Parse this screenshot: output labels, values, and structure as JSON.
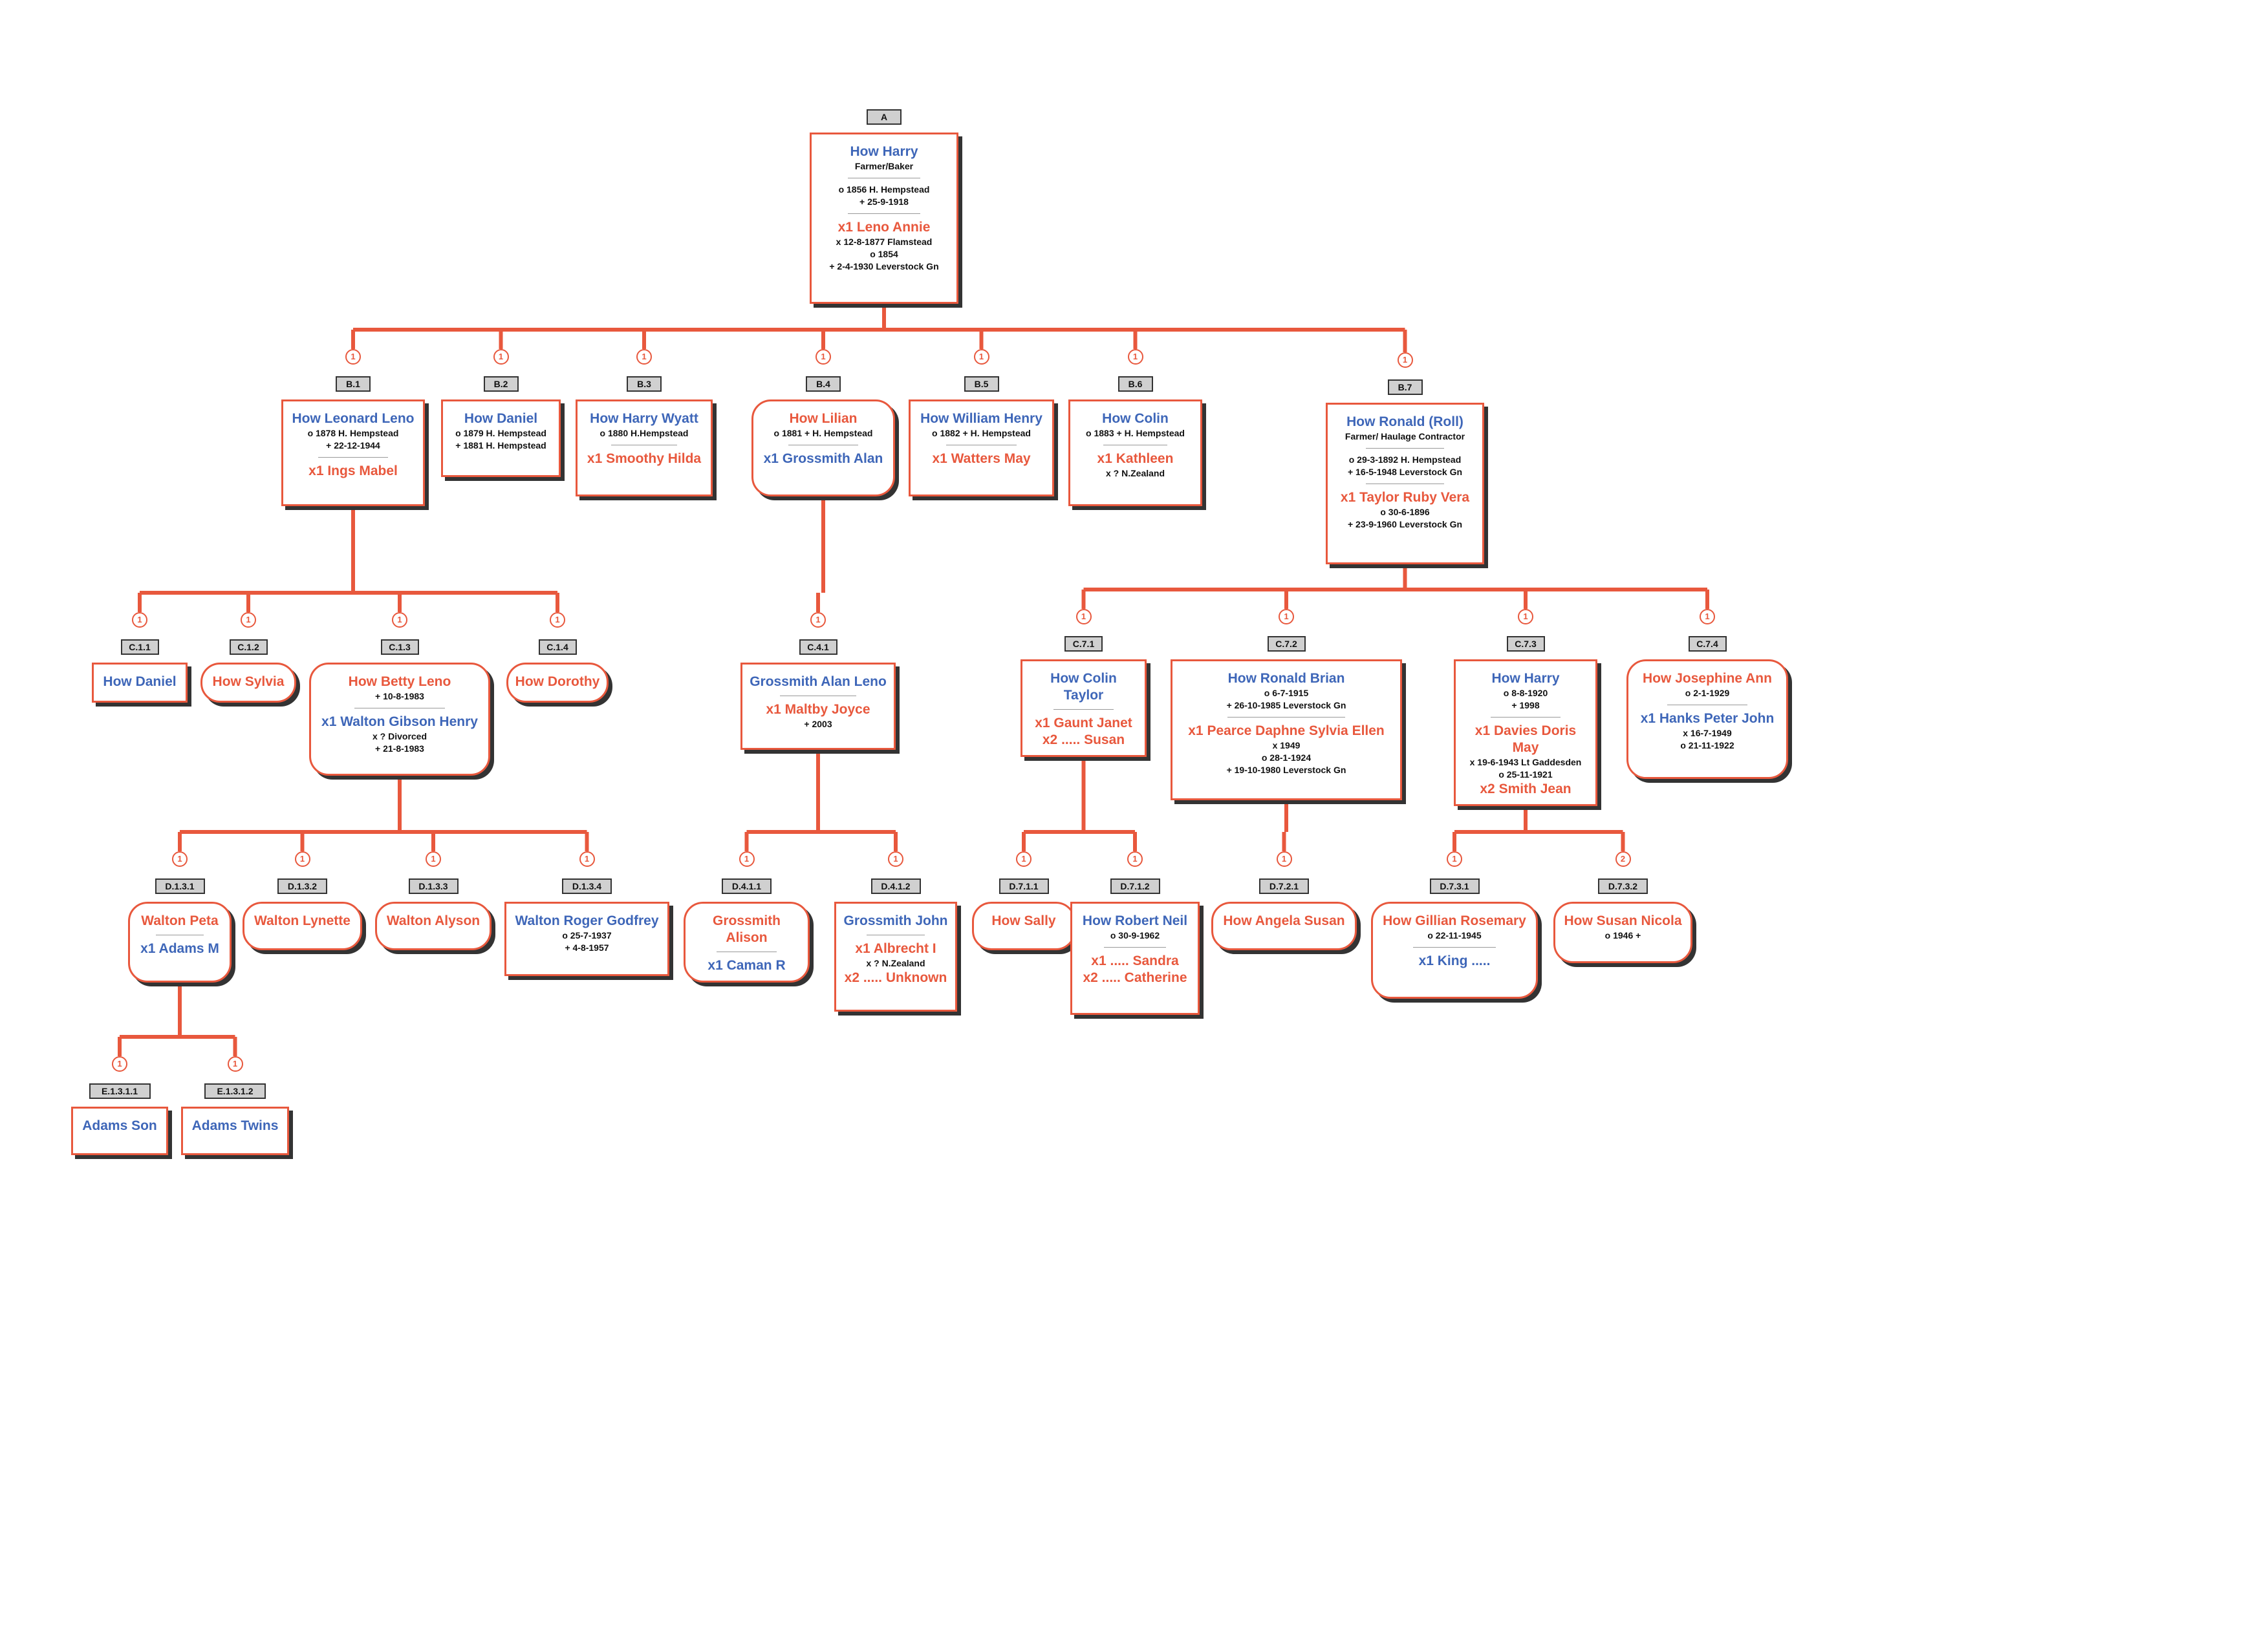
{
  "colors": {
    "line": "#e8583d",
    "male": "#3e66b8",
    "female": "#e8583d"
  },
  "nodes": [
    {
      "id": "A",
      "label": "A",
      "gender": "m",
      "name": "How Harry",
      "lines": [
        "Farmer/Baker",
        "sep",
        "o 1856 H. Hempstead",
        "+ 25-9-1918"
      ],
      "sep": true,
      "spouses": [
        {
          "text": "x1 Leno Annie",
          "g": "f",
          "lines": [
            "x 12-8-1877 Flamstead",
            "o 1854",
            "+ 2-4-1930 Leverstock Gn"
          ]
        }
      ],
      "rel": null
    },
    {
      "id": "B1",
      "label": "B.1",
      "gender": "m",
      "name": "How Leonard Leno",
      "lines": [
        "o 1878 H. Hempstead",
        "+ 22-12-1944"
      ],
      "sep": true,
      "spouses": [
        {
          "text": "x1 Ings Mabel",
          "g": "f",
          "lines": []
        }
      ],
      "rel": "1"
    },
    {
      "id": "B2",
      "label": "B.2",
      "gender": "m",
      "name": "How Daniel",
      "lines": [
        "o 1879 H. Hempstead",
        "+ 1881 H. Hempstead"
      ],
      "sep": false,
      "spouses": [],
      "rel": "1"
    },
    {
      "id": "B3",
      "label": "B.3",
      "gender": "m",
      "name": "How Harry Wyatt",
      "lines": [
        "o 1880 H.Hempstead"
      ],
      "sep": true,
      "spouses": [
        {
          "text": "x1 Smoothy Hilda",
          "g": "f",
          "lines": []
        }
      ],
      "rel": "1"
    },
    {
      "id": "B4",
      "label": "B.4",
      "gender": "f",
      "name": "How Lilian",
      "lines": [
        "o 1881 + H. Hempstead"
      ],
      "sep": true,
      "spouses": [
        {
          "text": "x1 Grossmith Alan",
          "g": "m",
          "lines": []
        }
      ],
      "rel": "1"
    },
    {
      "id": "B5",
      "label": "B.5",
      "gender": "m",
      "name": "How William Henry",
      "lines": [
        "o 1882 + H. Hempstead"
      ],
      "sep": true,
      "spouses": [
        {
          "text": "x1 Watters May",
          "g": "f",
          "lines": []
        }
      ],
      "rel": "1"
    },
    {
      "id": "B6",
      "label": "B.6",
      "gender": "m",
      "name": "How Colin",
      "lines": [
        "o 1883 + H. Hempstead"
      ],
      "sep": true,
      "spouses": [
        {
          "text": "x1  Kathleen",
          "g": "f",
          "lines": [
            "x ? N.Zealand"
          ]
        }
      ],
      "rel": "1"
    },
    {
      "id": "B7",
      "label": "B.7",
      "gender": "m",
      "name": "How Ronald (Roll)",
      "lines": [
        "Farmer/ Haulage Contractor",
        "sep",
        "o 29-3-1892 H. Hempstead",
        "+ 16-5-1948 Leverstock Gn"
      ],
      "sep": true,
      "spouses": [
        {
          "text": "x1 Taylor Ruby Vera",
          "g": "f",
          "lines": [
            "o 30-6-1896",
            "+ 23-9-1960 Leverstock Gn"
          ]
        }
      ],
      "rel": "1"
    },
    {
      "id": "C11",
      "label": "C.1.1",
      "gender": "m",
      "name": "How Daniel",
      "lines": [],
      "sep": false,
      "spouses": [],
      "rel": "1"
    },
    {
      "id": "C12",
      "label": "C.1.2",
      "gender": "f",
      "name": "How Sylvia",
      "lines": [],
      "sep": false,
      "spouses": [],
      "rel": "1"
    },
    {
      "id": "C13",
      "label": "C.1.3",
      "gender": "f",
      "name": "How Betty Leno",
      "lines": [
        "+ 10-8-1983"
      ],
      "sep": true,
      "spouses": [
        {
          "text": "x1 Walton Gibson Henry",
          "g": "m",
          "lines": [
            "x ? Divorced",
            "+ 21-8-1983"
          ]
        }
      ],
      "rel": "1"
    },
    {
      "id": "C14",
      "label": "C.1.4",
      "gender": "f",
      "name": "How Dorothy",
      "lines": [],
      "sep": false,
      "spouses": [],
      "rel": "1"
    },
    {
      "id": "C41",
      "label": "C.4.1",
      "gender": "m",
      "name": "Grossmith Alan Leno",
      "lines": [],
      "sep": true,
      "spouses": [
        {
          "text": "x1 Maltby Joyce",
          "g": "f",
          "lines": [
            "+ 2003"
          ]
        }
      ],
      "rel": "1"
    },
    {
      "id": "C71",
      "label": "C.7.1",
      "gender": "m",
      "name": "How Colin Taylor",
      "lines": [],
      "sep": true,
      "spouses": [
        {
          "text": "x1 Gaunt Janet",
          "g": "f",
          "lines": []
        },
        {
          "text": "x2 ..... Susan",
          "g": "f",
          "lines": []
        }
      ],
      "rel": "1"
    },
    {
      "id": "C72",
      "label": "C.7.2",
      "gender": "m",
      "name": "How Ronald Brian",
      "lines": [
        "o 6-7-1915",
        "+ 26-10-1985 Leverstock Gn"
      ],
      "sep": true,
      "spouses": [
        {
          "text": "x1 Pearce Daphne Sylvia Ellen",
          "g": "f",
          "lines": [
            "x 1949",
            "o 28-1-1924",
            "+ 19-10-1980 Leverstock Gn"
          ]
        }
      ],
      "rel": "1"
    },
    {
      "id": "C73",
      "label": "C.7.3",
      "gender": "m",
      "name": "How Harry",
      "lines": [
        "o 8-8-1920",
        "+ 1998"
      ],
      "sep": true,
      "spouses": [
        {
          "text": "x1 Davies Doris May",
          "g": "f",
          "lines": [
            "x 19-6-1943 Lt Gaddesden",
            "o 25-11-1921"
          ]
        },
        {
          "text": "x2 Smith Jean",
          "g": "f",
          "lines": []
        }
      ],
      "rel": "1"
    },
    {
      "id": "C74",
      "label": "C.7.4",
      "gender": "f",
      "name": "How Josephine Ann",
      "lines": [
        "o 2-1-1929"
      ],
      "sep": true,
      "spouses": [
        {
          "text": "x1 Hanks Peter John",
          "g": "m",
          "lines": [
            "x 16-7-1949",
            "o 21-11-1922"
          ]
        }
      ],
      "rel": "1"
    },
    {
      "id": "D131",
      "label": "D.1.3.1",
      "gender": "f",
      "name": "Walton Peta",
      "lines": [],
      "sep": true,
      "spouses": [
        {
          "text": "x1 Adams M",
          "g": "m",
          "lines": []
        }
      ],
      "rel": "1"
    },
    {
      "id": "D132",
      "label": "D.1.3.2",
      "gender": "f",
      "name": "Walton Lynette",
      "lines": [],
      "sep": false,
      "spouses": [],
      "rel": "1"
    },
    {
      "id": "D133",
      "label": "D.1.3.3",
      "gender": "f",
      "name": "Walton Alyson",
      "lines": [],
      "sep": false,
      "spouses": [],
      "rel": "1"
    },
    {
      "id": "D134",
      "label": "D.1.3.4",
      "gender": "m",
      "name": "Walton Roger Godfrey",
      "lines": [
        "o 25-7-1937",
        "+ 4-8-1957"
      ],
      "sep": false,
      "spouses": [],
      "rel": "1"
    },
    {
      "id": "D411",
      "label": "D.4.1.1",
      "gender": "f",
      "name": "Grossmith Alison",
      "lines": [],
      "sep": true,
      "spouses": [
        {
          "text": "x1 Caman R",
          "g": "m",
          "lines": []
        }
      ],
      "rel": "1"
    },
    {
      "id": "D412",
      "label": "D.4.1.2",
      "gender": "m",
      "name": "Grossmith John",
      "lines": [],
      "sep": true,
      "spouses": [
        {
          "text": "x1 Albrecht I",
          "g": "f",
          "lines": [
            "x ? N.Zealand"
          ]
        },
        {
          "text": "x2 ..... Unknown",
          "g": "f",
          "lines": []
        }
      ],
      "rel": "1"
    },
    {
      "id": "D711",
      "label": "D.7.1.1",
      "gender": "f",
      "name": "How Sally",
      "lines": [],
      "sep": false,
      "spouses": [],
      "rel": "1"
    },
    {
      "id": "D712",
      "label": "D.7.1.2",
      "gender": "m",
      "name": "How Robert Neil",
      "lines": [
        "o 30-9-1962"
      ],
      "sep": true,
      "spouses": [
        {
          "text": "x1 ..... Sandra",
          "g": "f",
          "lines": []
        },
        {
          "text": "x2 ..... Catherine",
          "g": "f",
          "lines": []
        }
      ],
      "rel": "1"
    },
    {
      "id": "D721",
      "label": "D.7.2.1",
      "gender": "f",
      "name": "How Angela Susan",
      "lines": [],
      "sep": false,
      "spouses": [],
      "rel": "1"
    },
    {
      "id": "D731",
      "label": "D.7.3.1",
      "gender": "f",
      "name": "How Gillian Rosemary",
      "lines": [
        "o 22-11-1945"
      ],
      "sep": true,
      "spouses": [
        {
          "text": "x1 King .....",
          "g": "m",
          "lines": []
        }
      ],
      "rel": "1"
    },
    {
      "id": "D732",
      "label": "D.7.3.2",
      "gender": "f",
      "name": "How Susan Nicola",
      "lines": [
        "o 1946 +"
      ],
      "sep": false,
      "spouses": [],
      "rel": "2"
    },
    {
      "id": "E1311",
      "label": "E.1.3.1.1",
      "gender": "m",
      "name": "Adams Son",
      "lines": [],
      "sep": false,
      "spouses": [],
      "rel": "1"
    },
    {
      "id": "E1312",
      "label": "E.1.3.1.2",
      "gender": "m",
      "name": "Adams Twins",
      "lines": [],
      "sep": false,
      "spouses": [],
      "rel": "1"
    }
  ]
}
